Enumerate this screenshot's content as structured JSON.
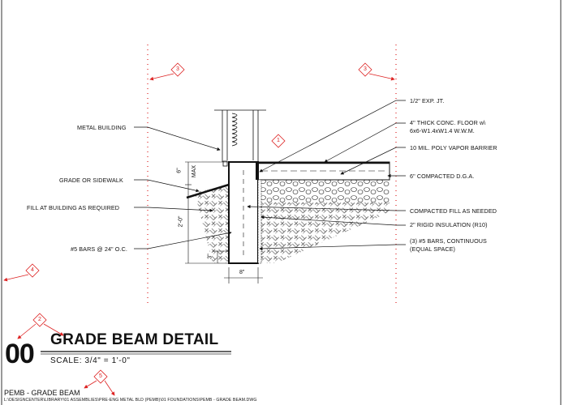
{
  "detail": {
    "number": "00",
    "title": "GRADE BEAM DETAIL",
    "scale": "SCALE:  3/4\" = 1'-0\"",
    "name": "PEMB - GRADE BEAM",
    "file_path": "L:\\DESIGNCENTER\\LIBRARY\\01 ASSEMBLIES\\PRE-ENG METAL BLD (PEMB)\\01 FOUNDATIONS\\PEMB - GRADE BEAM.DWG"
  },
  "left_labels": [
    "METAL BUILDING",
    "GRADE OR SIDEWALK",
    "FILL AT BUILDING AS REQUIRED",
    "#5 BARS @ 24\" O.C."
  ],
  "right_labels": [
    "1/2\" EXP. JT.",
    "4\" THICK CONC. FLOOR w\\",
    "6x6-W1.4xW1.4 W.W.M.",
    "10 MIL. POLY VAPOR BARRIER",
    "6\" COMPACTED D.G.A.",
    "COMPACTED FILL AS NEEDED",
    "2\" RIGID INSULATION (R10)",
    "(3) #5 BARS, CONTINUOUS",
    "(EQUAL SPACE)"
  ],
  "dimensions": {
    "grade": "6\"",
    "max": "MAX",
    "depth": "2'-0\"",
    "cover": "3\"",
    "width": "8\""
  },
  "tags": [
    "3",
    "3",
    "1",
    "4",
    "2",
    "5"
  ],
  "colors": {
    "markup": "#dd2222",
    "ink": "#111111"
  }
}
